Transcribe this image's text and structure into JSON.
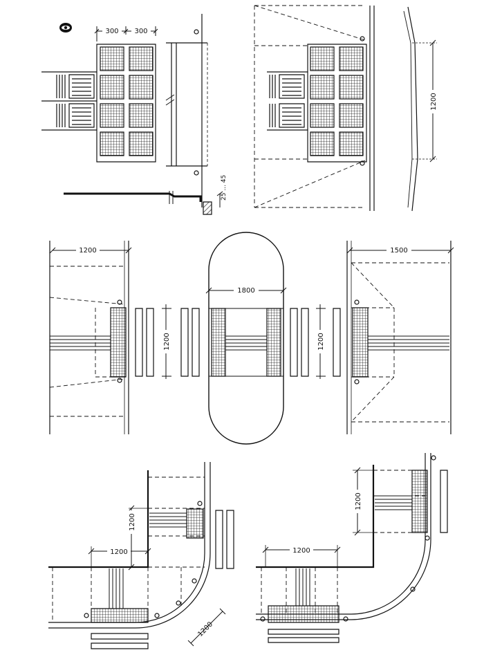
{
  "dimensions": {
    "tile_width_1": "300",
    "tile_width_2": "300",
    "curb_height": "25 ... 45",
    "tile_run": "1200",
    "refuge_depth_left": "1200",
    "crossing_width_left": "1200",
    "island_width": "1800",
    "crossing_width_right": "1200",
    "refuge_depth_right": "1500",
    "corner_left_vertical": "1200",
    "corner_left_horizontal": "1200",
    "corner_left_radius": "1200",
    "corner_right_vertical": "1200",
    "corner_right_horizontal": "1200"
  },
  "colors": {
    "ink": "#111111",
    "paper": "#ffffff"
  },
  "icons": {
    "eye_symbol": "eye-icon"
  }
}
